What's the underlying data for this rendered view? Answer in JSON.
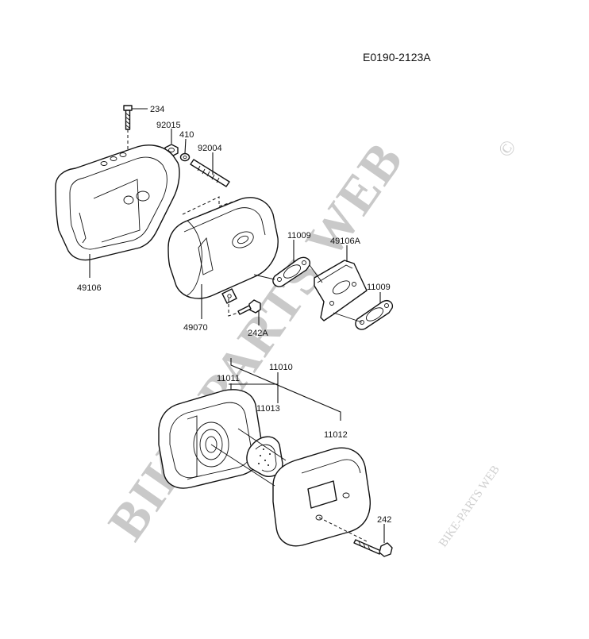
{
  "diagram_code": "E0190-2123A",
  "watermark": {
    "main": "BIKE-PARTS WEB",
    "copyright": "©",
    "small": "BIKE-PARTS WEB"
  },
  "parts": [
    {
      "id": "p234",
      "label": "234"
    },
    {
      "id": "p92015",
      "label": "92015"
    },
    {
      "id": "p410",
      "label": "410"
    },
    {
      "id": "p92004",
      "label": "92004"
    },
    {
      "id": "p49106",
      "label": "49106"
    },
    {
      "id": "p49070",
      "label": "49070"
    },
    {
      "id": "p242A",
      "label": "242A"
    },
    {
      "id": "p11009a",
      "label": "11009"
    },
    {
      "id": "p49106A",
      "label": "49106A"
    },
    {
      "id": "p11009b",
      "label": "11009"
    },
    {
      "id": "p11010",
      "label": "11010"
    },
    {
      "id": "p11011",
      "label": "11011"
    },
    {
      "id": "p11013",
      "label": "11013"
    },
    {
      "id": "p11012",
      "label": "11012"
    },
    {
      "id": "p242",
      "label": "242"
    }
  ]
}
